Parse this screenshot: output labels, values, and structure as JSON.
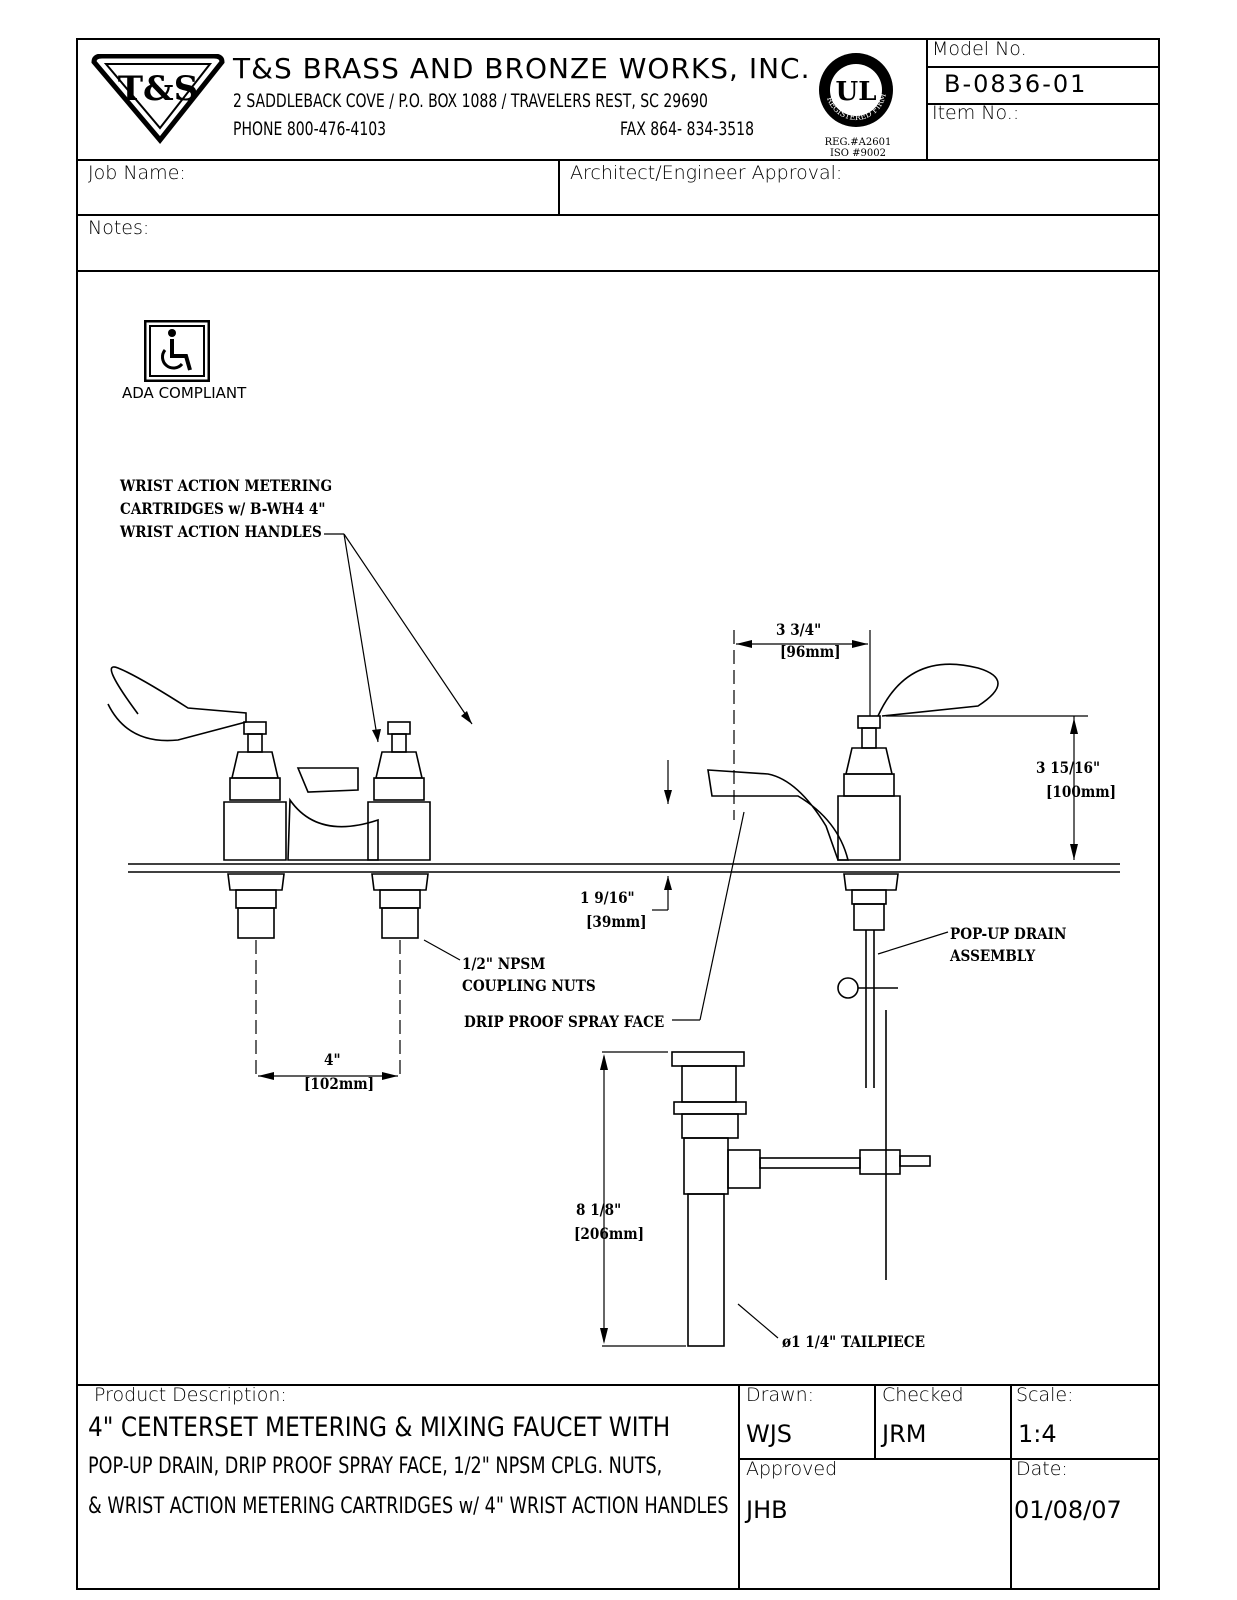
{
  "header": {
    "company": "T&S BRASS AND BRONZE WORKS, INC.",
    "address": "2 SADDLEBACK COVE / P.O. BOX 1088 / TRAVELERS REST, SC 29690",
    "phone": "PHONE 800-476-4103",
    "fax": "FAX  864- 834-3518",
    "logo_text": "T&S",
    "ul_logo_text": "UL",
    "ul_ring_text": "REGISTERED FIRM",
    "reg_number": "REG.#A2601",
    "iso_number": "ISO #9002",
    "model_label": "Model No.",
    "model_value": "B-0836-01",
    "item_label": "Item No.:"
  },
  "job": {
    "job_label": "Job Name:",
    "approval_label": "Architect/Engineer Approval:",
    "notes_label": "Notes:"
  },
  "ada": {
    "label": "ADA   COMPLIANT",
    "icon": "wheelchair-icon"
  },
  "drawing": {
    "callout_cartridges_1": "WRIST ACTION METERING",
    "callout_cartridges_2": "CARTRIDGES w/ B-WH4 4\"",
    "callout_cartridges_3": "WRIST ACTION HANDLES",
    "dim_spout_in": "3 3/4\"",
    "dim_spout_mm": "[96mm]",
    "dim_height_in": "3 15/16\"",
    "dim_height_mm": "[100mm]",
    "dim_clear_in": "1 9/16\"",
    "dim_clear_mm": "[39mm]",
    "callout_nuts_1": "1/2\" NPSM",
    "callout_nuts_2": "COUPLING NUTS",
    "callout_spray": "DRIP PROOF SPRAY FACE",
    "callout_popup_1": "POP-UP DRAIN",
    "callout_popup_2": "ASSEMBLY",
    "dim_center_in": "4\"",
    "dim_center_mm": "[102mm]",
    "dim_drain_in": "8 1/8\"",
    "dim_drain_mm": "[206mm]",
    "callout_tailpiece": "ø1 1/4\" TAILPIECE"
  },
  "footer": {
    "desc_label": "Product Description:",
    "desc_line1": "4\" CENTERSET METERING & MIXING FAUCET WITH",
    "desc_line2": "POP-UP DRAIN, DRIP PROOF SPRAY FACE, 1/2\" NPSM CPLG. NUTS,",
    "desc_line3": "& WRIST ACTION METERING CARTRIDGES w/ 4\" WRIST ACTION HANDLES",
    "drawn_label": "Drawn:",
    "drawn_value": "WJS",
    "checked_label": "Checked",
    "checked_value": "JRM",
    "scale_label": "Scale:",
    "scale_value": "1:4",
    "approved_label": "Approved",
    "approved_value": "JHB",
    "date_label": "Date:",
    "date_value": "01/08/07"
  }
}
